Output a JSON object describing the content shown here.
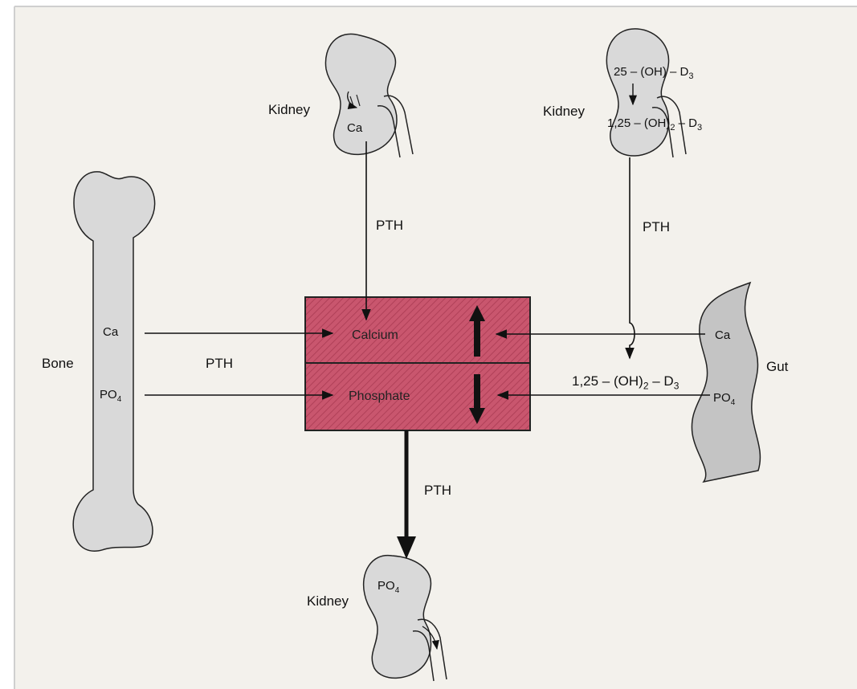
{
  "diagram": {
    "bone": {
      "title": "Bone",
      "ca": "Ca",
      "po4_main": "PO",
      "po4_sub": "4"
    },
    "gut": {
      "title": "Gut",
      "ca": "Ca",
      "po4_main": "PO",
      "po4_sub": "4"
    },
    "kidney_top": {
      "title": "Kidney",
      "ca": "Ca"
    },
    "kidney_right": {
      "title": "Kidney",
      "precursor": "25 – (OH) – D",
      "precursor_sub": "3",
      "product_main": "1,25 – (OH)",
      "product_sub1": "2",
      "product_mid": " – D",
      "product_sub2": "3"
    },
    "kidney_bottom": {
      "title": "Kidney",
      "po4_main": "PO",
      "po4_sub": "4"
    },
    "hormone": "PTH",
    "vitamin": {
      "main": "1,25 – (OH)",
      "sub1": "2",
      "mid": " – D",
      "sub2": "3"
    },
    "center_box": {
      "top": "Calcium",
      "bottom": "Phosphate"
    },
    "colors": {
      "box_fill": "#c9566e",
      "box_hatch": "#b04058",
      "organ_fill": "#d9d9d9",
      "organ_stroke": "#222222",
      "gut_fill": "#c4c4c4",
      "page_bg": "#ffffff",
      "scan_bg": "#f3f1ec"
    }
  }
}
